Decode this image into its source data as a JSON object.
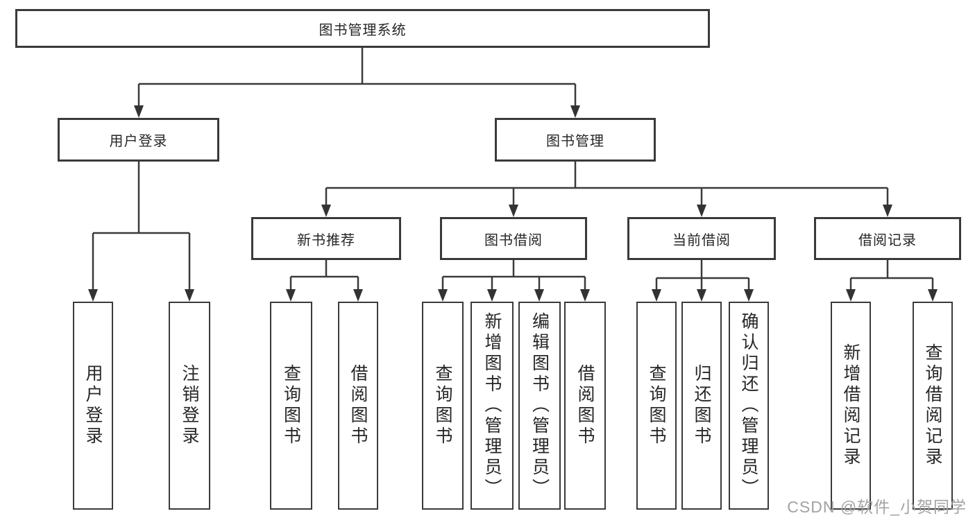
{
  "tree": {
    "label": "图书管理系统",
    "children": [
      {
        "label": "用户登录",
        "children": [
          {
            "label": "用户登录"
          },
          {
            "label": "注销登录"
          }
        ]
      },
      {
        "label": "图书管理",
        "children": [
          {
            "label": "新书推荐",
            "children": [
              {
                "label": "查询图书"
              },
              {
                "label": "借阅图书"
              }
            ]
          },
          {
            "label": "图书借阅",
            "children": [
              {
                "label": "查询图书"
              },
              {
                "label": "新增图书（管理员）"
              },
              {
                "label": "编辑图书（管理员）"
              },
              {
                "label": "借阅图书"
              }
            ]
          },
          {
            "label": "当前借阅",
            "children": [
              {
                "label": "查询图书"
              },
              {
                "label": "归还图书"
              },
              {
                "label": "确认归还（管理员）"
              }
            ]
          },
          {
            "label": "借阅记录",
            "children": [
              {
                "label": "新增借阅记录"
              },
              {
                "label": "查询借阅记录"
              }
            ]
          }
        ]
      }
    ]
  },
  "watermark": {
    "text": "CSDN @软件_小贺同学"
  },
  "colors": {
    "background": "#ffffff",
    "box_border": "#3a3a3a",
    "text": "#262626",
    "connector": "#3a3a3a",
    "watermark": "#a3a3a3"
  }
}
